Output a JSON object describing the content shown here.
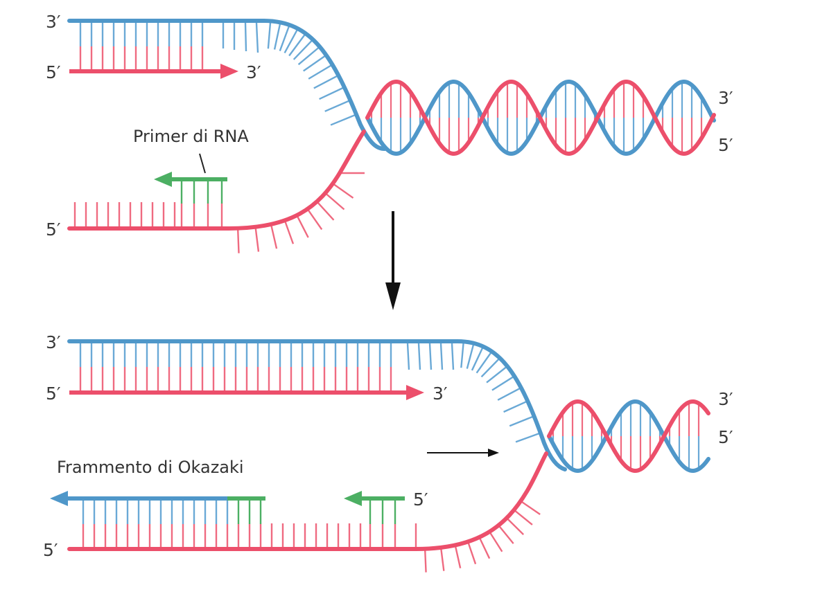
{
  "colors": {
    "template_strand": "#4f97c9",
    "template_rung": "#6aa9d6",
    "new_strand": "#ec4f6b",
    "new_rung": "#ef6a80",
    "primer": "#4caf63",
    "arrow": "#111111",
    "text": "#3a3a3a"
  },
  "top": {
    "label_3_top_left": "3′",
    "label_5_mid_left": "5′",
    "label_3_leading_tip": "3′",
    "label_5_bottom_left": "5′",
    "label_3_helix_end": "3′",
    "label_5_helix_end": "5′",
    "primer_label": "Primer di RNA"
  },
  "bottom": {
    "label_3_top_left": "3′",
    "label_5_mid_left": "5′",
    "label_3_leading_tip": "3′",
    "label_5_bottom_left": "5′",
    "label_3_helix_end": "3′",
    "label_5_helix_end": "5′",
    "label_5_new_primer": "5′",
    "fragment_label": "Frammento di Okazaki"
  }
}
